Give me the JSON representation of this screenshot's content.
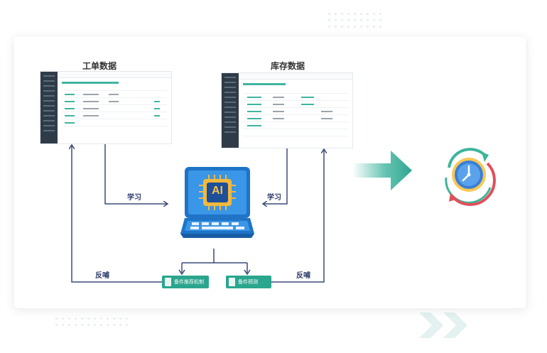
{
  "left_panel": {
    "title": "工单数据"
  },
  "right_panel": {
    "title": "库存数据"
  },
  "laptop": {
    "chip_label": "AI"
  },
  "arrows": {
    "learn_left": "学习",
    "learn_right": "学习",
    "feedback_left": "反哺",
    "feedback_right": "反哺"
  },
  "outputs": {
    "left_button": "备件推荐机制",
    "right_button": "备件预测"
  },
  "colors": {
    "accent": "#2aa68e",
    "flow_line": "#3b4a7a",
    "clock_green": "#3db59c",
    "clock_red": "#e0505a",
    "clock_blue": "#3a7fd5"
  }
}
